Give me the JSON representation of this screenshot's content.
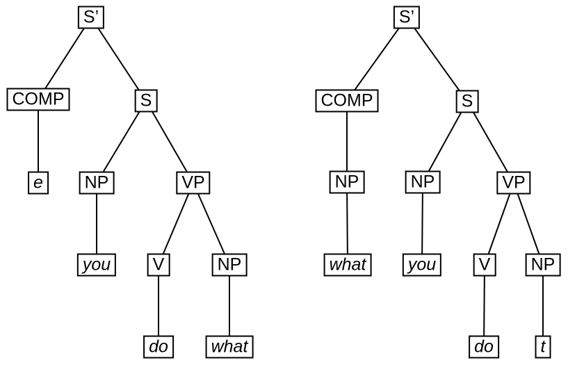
{
  "diagram": {
    "kind": "syntactic-tree-pair"
  },
  "left_tree": {
    "nodes": {
      "s_bar": "S’",
      "comp": "COMP",
      "s": "S",
      "e": "e",
      "np_subject": "NP",
      "vp": "VP",
      "you": "you",
      "v": "V",
      "np_object": "NP",
      "do": "do",
      "what": "what"
    },
    "edges": [
      [
        "s_bar",
        "comp"
      ],
      [
        "s_bar",
        "s"
      ],
      [
        "comp",
        "e"
      ],
      [
        "s",
        "np_subject"
      ],
      [
        "s",
        "vp"
      ],
      [
        "np_subject",
        "you"
      ],
      [
        "vp",
        "v"
      ],
      [
        "vp",
        "np_object"
      ],
      [
        "v",
        "do"
      ],
      [
        "np_object",
        "what"
      ]
    ]
  },
  "right_tree": {
    "nodes": {
      "s_bar": "S’",
      "comp": "COMP",
      "s": "S",
      "np_comp": "NP",
      "what": "what",
      "np_subject": "NP",
      "you": "you",
      "vp": "VP",
      "v": "V",
      "np_object": "NP",
      "do": "do",
      "t": "t"
    },
    "edges": [
      [
        "s_bar",
        "comp"
      ],
      [
        "s_bar",
        "s"
      ],
      [
        "comp",
        "np_comp"
      ],
      [
        "np_comp",
        "what"
      ],
      [
        "s",
        "np_subject"
      ],
      [
        "s",
        "vp"
      ],
      [
        "np_subject",
        "you"
      ],
      [
        "vp",
        "v"
      ],
      [
        "vp",
        "np_object"
      ],
      [
        "v",
        "do"
      ],
      [
        "np_object",
        "t"
      ]
    ]
  },
  "style": {
    "line_color": "#000000",
    "box_border_color": "#000000",
    "background": "#ffffff"
  }
}
